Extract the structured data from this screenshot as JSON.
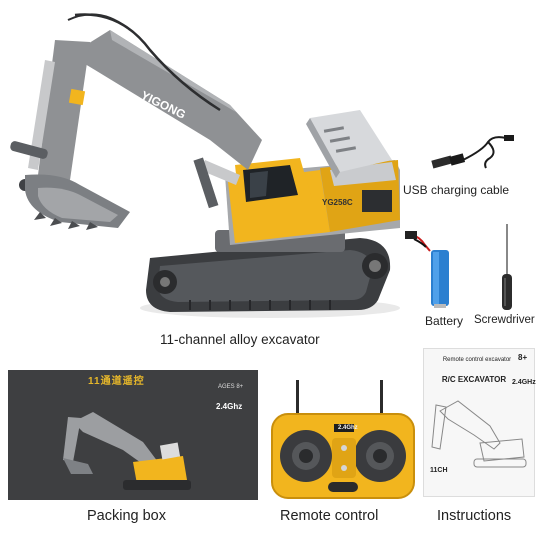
{
  "excavator": {
    "brand_label": "YIGONG",
    "model_label": "YG258C",
    "caption": "11-channel alloy excavator"
  },
  "accessories": {
    "usb_caption": "USB charging cable",
    "battery_caption": "Battery",
    "screwdriver_caption": "Screwdriver"
  },
  "packing_box": {
    "caption": "Packing box",
    "ages": "AGES 8+",
    "frequency": "2.4Ghz",
    "channel_note": "11通道遥控"
  },
  "remote": {
    "caption": "Remote control",
    "frequency": "2.4Ghz"
  },
  "instructions": {
    "caption": "Instructions",
    "subtitle": "Remote control excavator",
    "title": "R/C EXCAVATOR",
    "ages": "8+",
    "frequency": "2.4GHz",
    "channels": "11CH"
  },
  "colors": {
    "body_yellow": "#f2b51e",
    "arm_gray": "#8f9194",
    "track_dark": "#3b3d40",
    "box_dark": "#3e3f41"
  }
}
